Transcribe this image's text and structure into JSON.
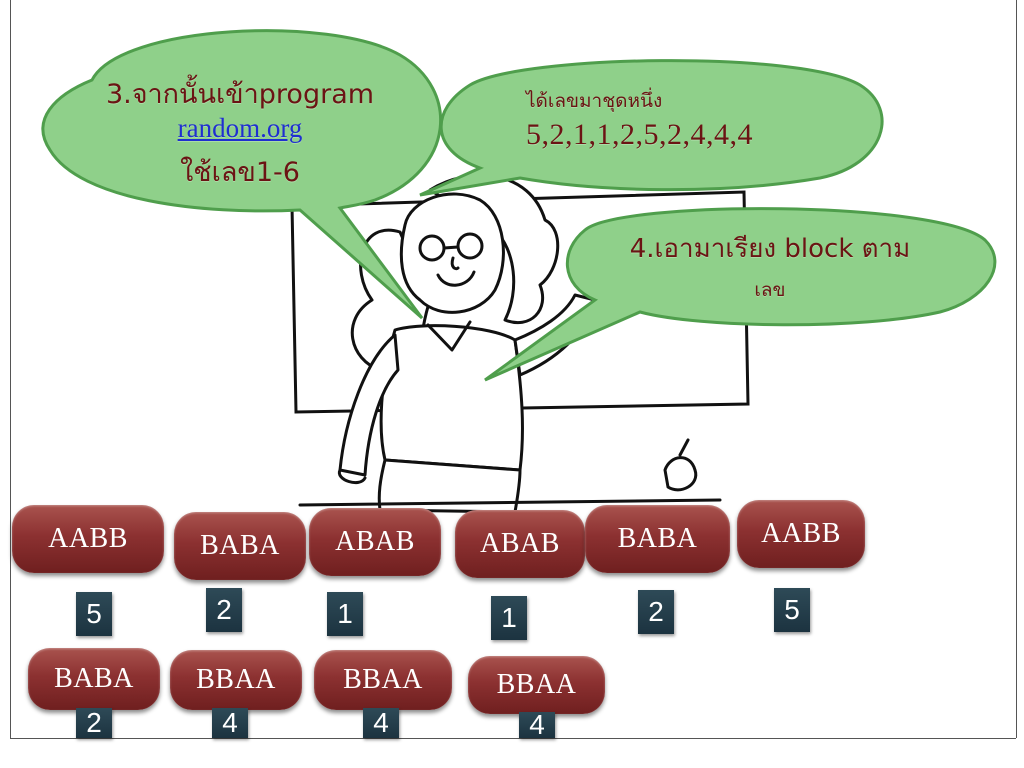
{
  "colors": {
    "bubble_fill": "#8fd08a",
    "bubble_stroke": "#4f9e4c",
    "bubble_text": "#6b1414",
    "link": "#1f2fd0",
    "block_fill": "#8c3131",
    "number_tag": "#1c3340"
  },
  "bubbles": {
    "step3": {
      "line1": "3.จากนั้นเข้าprogram",
      "link": "random.org",
      "line3": "ใช้เลข1-6"
    },
    "result": {
      "line1": "ได้เลขมาชุดหนึ่ง",
      "line2": "5,2,1,1,2,5,2,4,4,4"
    },
    "step4": {
      "line1": "4.เอามาเรียง block ตาม",
      "line2": "เลข"
    }
  },
  "row1": [
    {
      "label": "AABB",
      "number": "5"
    },
    {
      "label": "BABA",
      "number": "2"
    },
    {
      "label": "ABAB",
      "number": "1"
    },
    {
      "label": "ABAB",
      "number": "1"
    },
    {
      "label": "BABA",
      "number": "2"
    },
    {
      "label": "AABB",
      "number": "5"
    }
  ],
  "row2": [
    {
      "label": "BABA",
      "number": "2"
    },
    {
      "label": "BBAA",
      "number": "4"
    },
    {
      "label": "BBAA",
      "number": "4"
    },
    {
      "label": "BBAA",
      "number": "4"
    }
  ]
}
